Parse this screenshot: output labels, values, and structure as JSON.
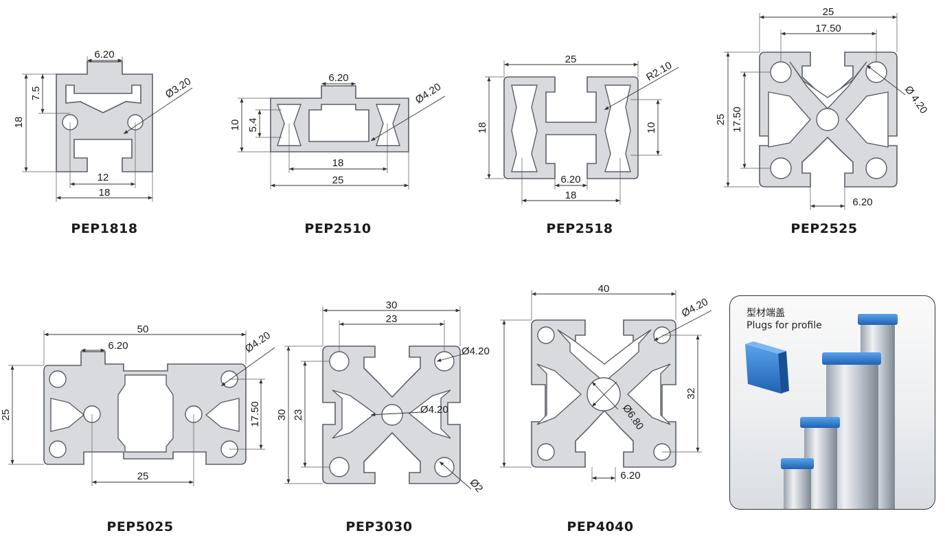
{
  "colors": {
    "profile_fill": "#d6d8db",
    "profile_stroke": "#555a60",
    "line": "#333333",
    "plug_blue": "#2f7fd0"
  },
  "profiles": [
    {
      "id": "PEP1818",
      "name": "PEP1818",
      "dims": {
        "slot": "6.20",
        "offset": "7.5",
        "height": "18",
        "hole": "Ø3.20",
        "hole_spacing": "12",
        "width": "18"
      }
    },
    {
      "id": "PEP2510",
      "name": "PEP2510",
      "dims": {
        "slot": "6.20",
        "height": "10",
        "inner": "5.4",
        "hole": "Ø4.20",
        "hole_spacing": "18",
        "width": "25"
      }
    },
    {
      "id": "PEP2518",
      "name": "PEP2518",
      "dims": {
        "width_top": "25",
        "radius": "R2.10",
        "height": "18",
        "inner_height": "10",
        "slot": "6.20",
        "width_bottom": "18"
      }
    },
    {
      "id": "PEP2525",
      "name": "PEP2525",
      "dims": {
        "width": "25",
        "hole_spacing_x": "17.50",
        "height": "25",
        "hole_spacing_y": "17.50",
        "hole": "Ø 4.20",
        "slot": "6.20"
      }
    },
    {
      "id": "PEP5025",
      "name": "PEP5025",
      "dims": {
        "width": "50",
        "slot": "6.20",
        "hole": "Ø4.20",
        "height": "25",
        "hole_spacing": "17.50",
        "center_spacing": "25"
      }
    },
    {
      "id": "PEP3030",
      "name": "PEP3030",
      "dims": {
        "width": "30",
        "hole_spacing_x": "23",
        "hole": "Ø4.20",
        "height": "30",
        "hole_spacing_y": "23",
        "center_hole": "Ø4.20",
        "small_hole": "Ø2"
      }
    },
    {
      "id": "PEP4040",
      "name": "PEP4040",
      "dims": {
        "width": "40",
        "hole": "Ø4.20",
        "hole_spacing": "32",
        "center_hole": "Ø6.80",
        "slot": "6.20"
      }
    }
  ],
  "plugs": {
    "title_cn": "型材端盖",
    "title_en": "Plugs for profile"
  }
}
